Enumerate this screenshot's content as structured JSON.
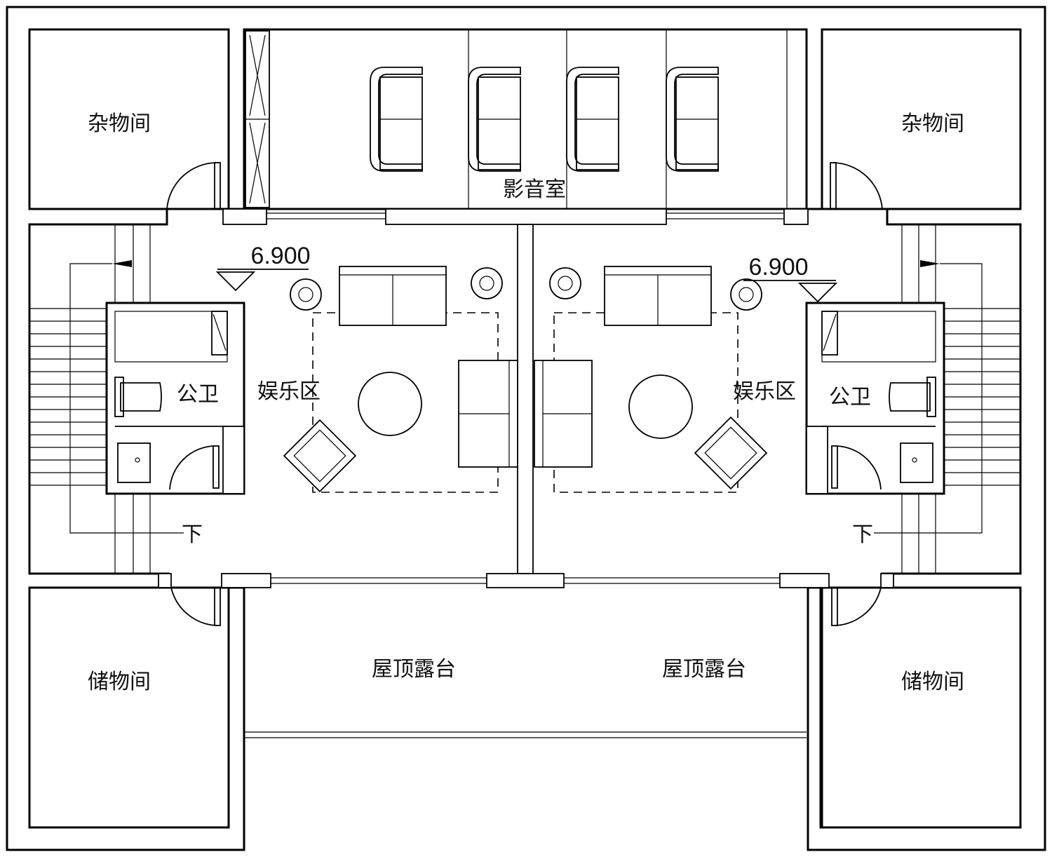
{
  "plan": {
    "rooms": {
      "sundry_left": "杂物间",
      "sundry_right": "杂物间",
      "theater": "影音室",
      "ent_left": "娱乐区",
      "ent_right": "娱乐区",
      "wc_left": "公卫",
      "wc_right": "公卫",
      "storage_left": "储物间",
      "storage_right": "储物间",
      "terrace_left": "屋顶露台",
      "terrace_right": "屋顶露台"
    },
    "stairs": {
      "down_left": "下",
      "down_right": "下"
    },
    "levels": {
      "left": "6.900",
      "right": "6.900"
    }
  }
}
